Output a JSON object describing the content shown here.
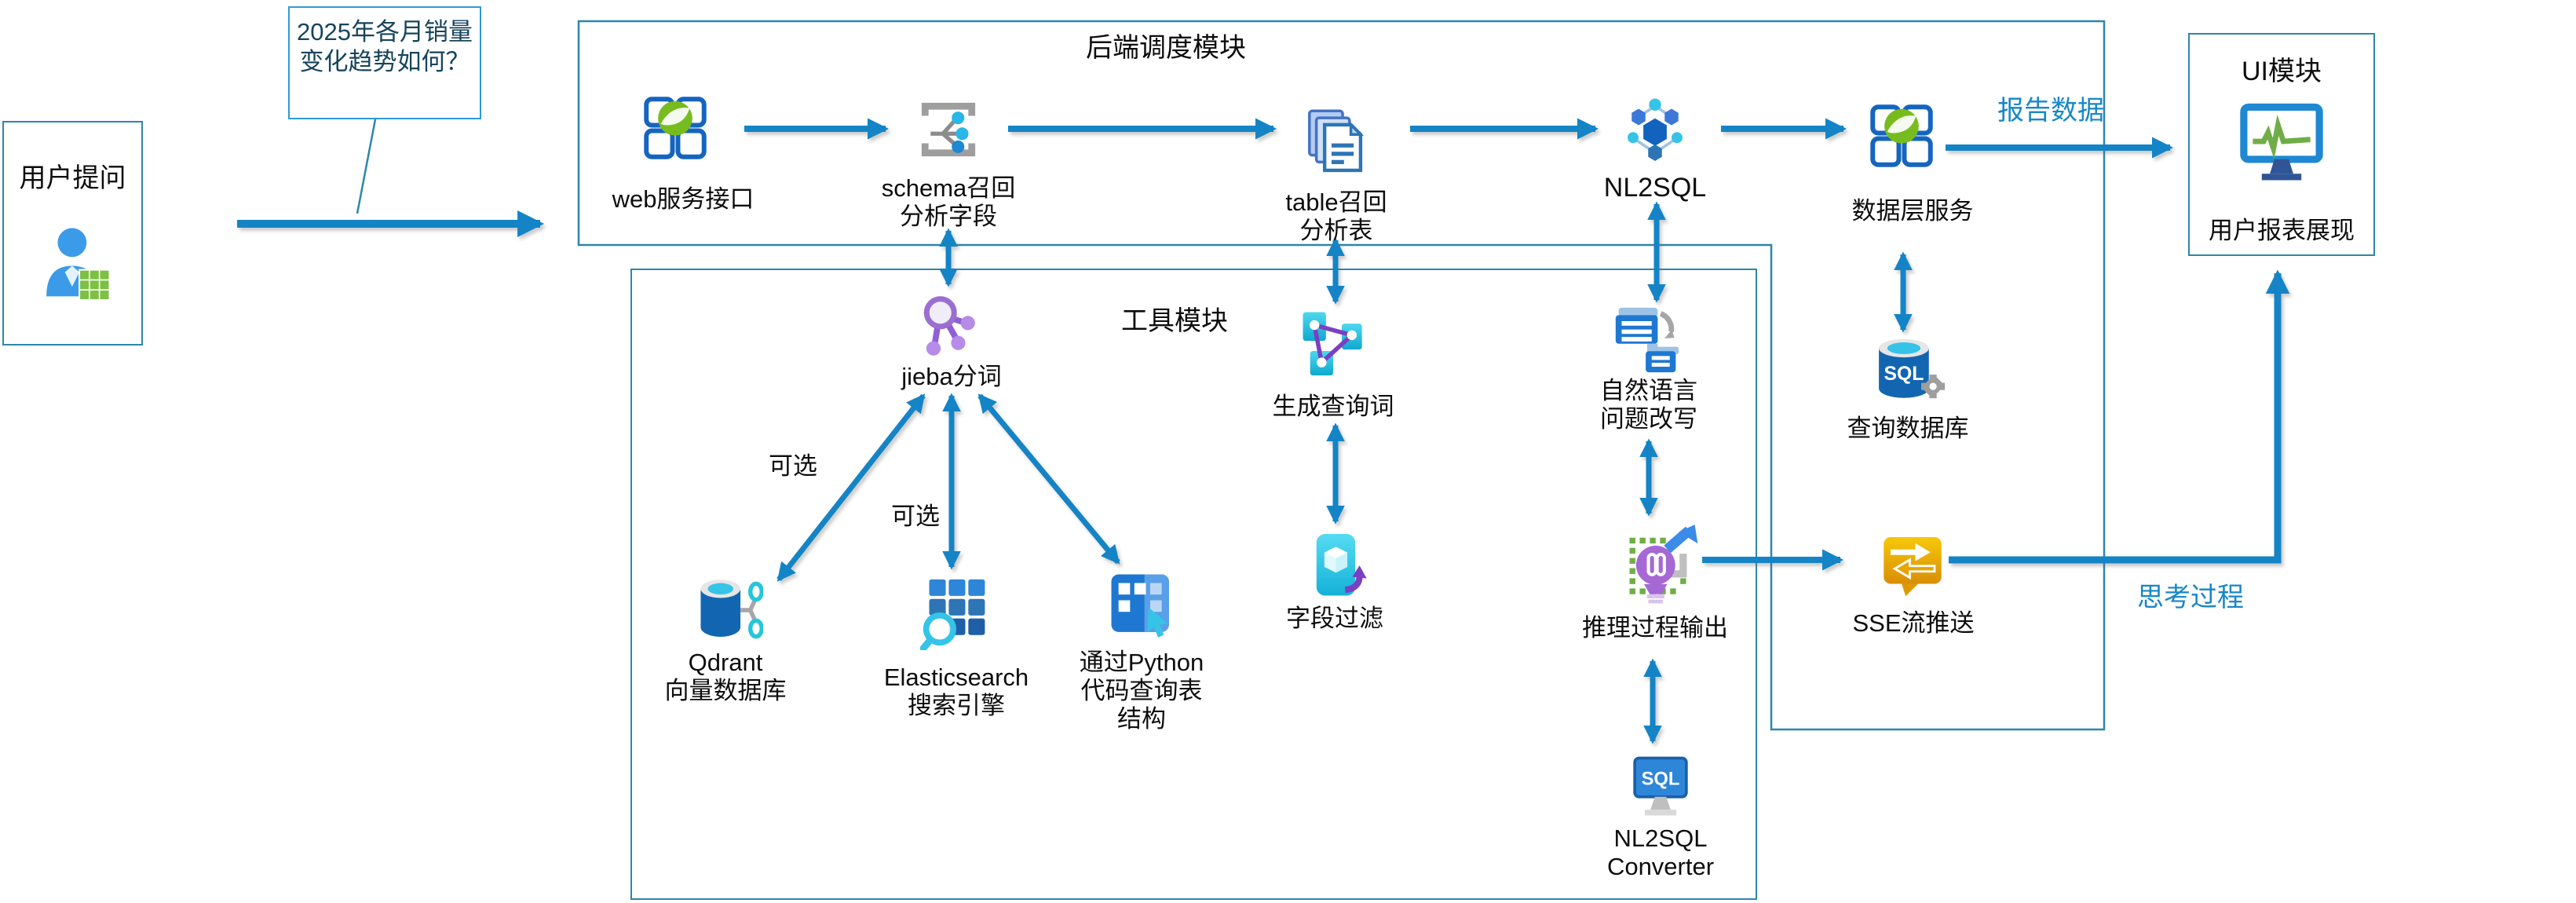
{
  "palette": {
    "arrow": "#1484C6",
    "border": "#2E86AB",
    "label_blue": "#1787C7",
    "accent_green": "#77BC1F",
    "accent_gold": "#F2C10A",
    "accent_purple": "#A668D5"
  },
  "user_box": {
    "title": "用户提问"
  },
  "callout": {
    "text": "2025年各月销量变化趋势如何？"
  },
  "backend": {
    "title": "后端调度模块",
    "web_label": "web服务接口",
    "schema_l1": "schema召回",
    "schema_l2": "分析字段",
    "table_l1": "table召回",
    "table_l2": "分析表",
    "nl2sql_label": "NL2SQL",
    "data_layer_label": "数据层服务"
  },
  "tools": {
    "title": "工具模块",
    "jieba_label": "jieba分词",
    "optional1": "可选",
    "optional2": "可选",
    "qdrant_l1": "Qdrant",
    "qdrant_l2": "向量数据库",
    "es_l1": "Elasticsearch",
    "es_l2": "搜索引擎",
    "python_l1": "通过Python",
    "python_l2": "代码查询表",
    "python_l3": "结构",
    "querygen_label": "生成查询词",
    "filter_label": "字段过滤",
    "rewrite_l1": "自然语言",
    "rewrite_l2": "问题改写",
    "reasoning_label": "推理过程输出",
    "converter_l1": "NL2SQL",
    "converter_l2": "Converter"
  },
  "stream": {
    "querydb_label": "查询数据库",
    "sse_label": "SSE流推送"
  },
  "ui_box": {
    "title": "UI模块",
    "display_label": "用户报表展现"
  },
  "edge_labels": {
    "report": "报告数据",
    "thinking": "思考过程"
  }
}
